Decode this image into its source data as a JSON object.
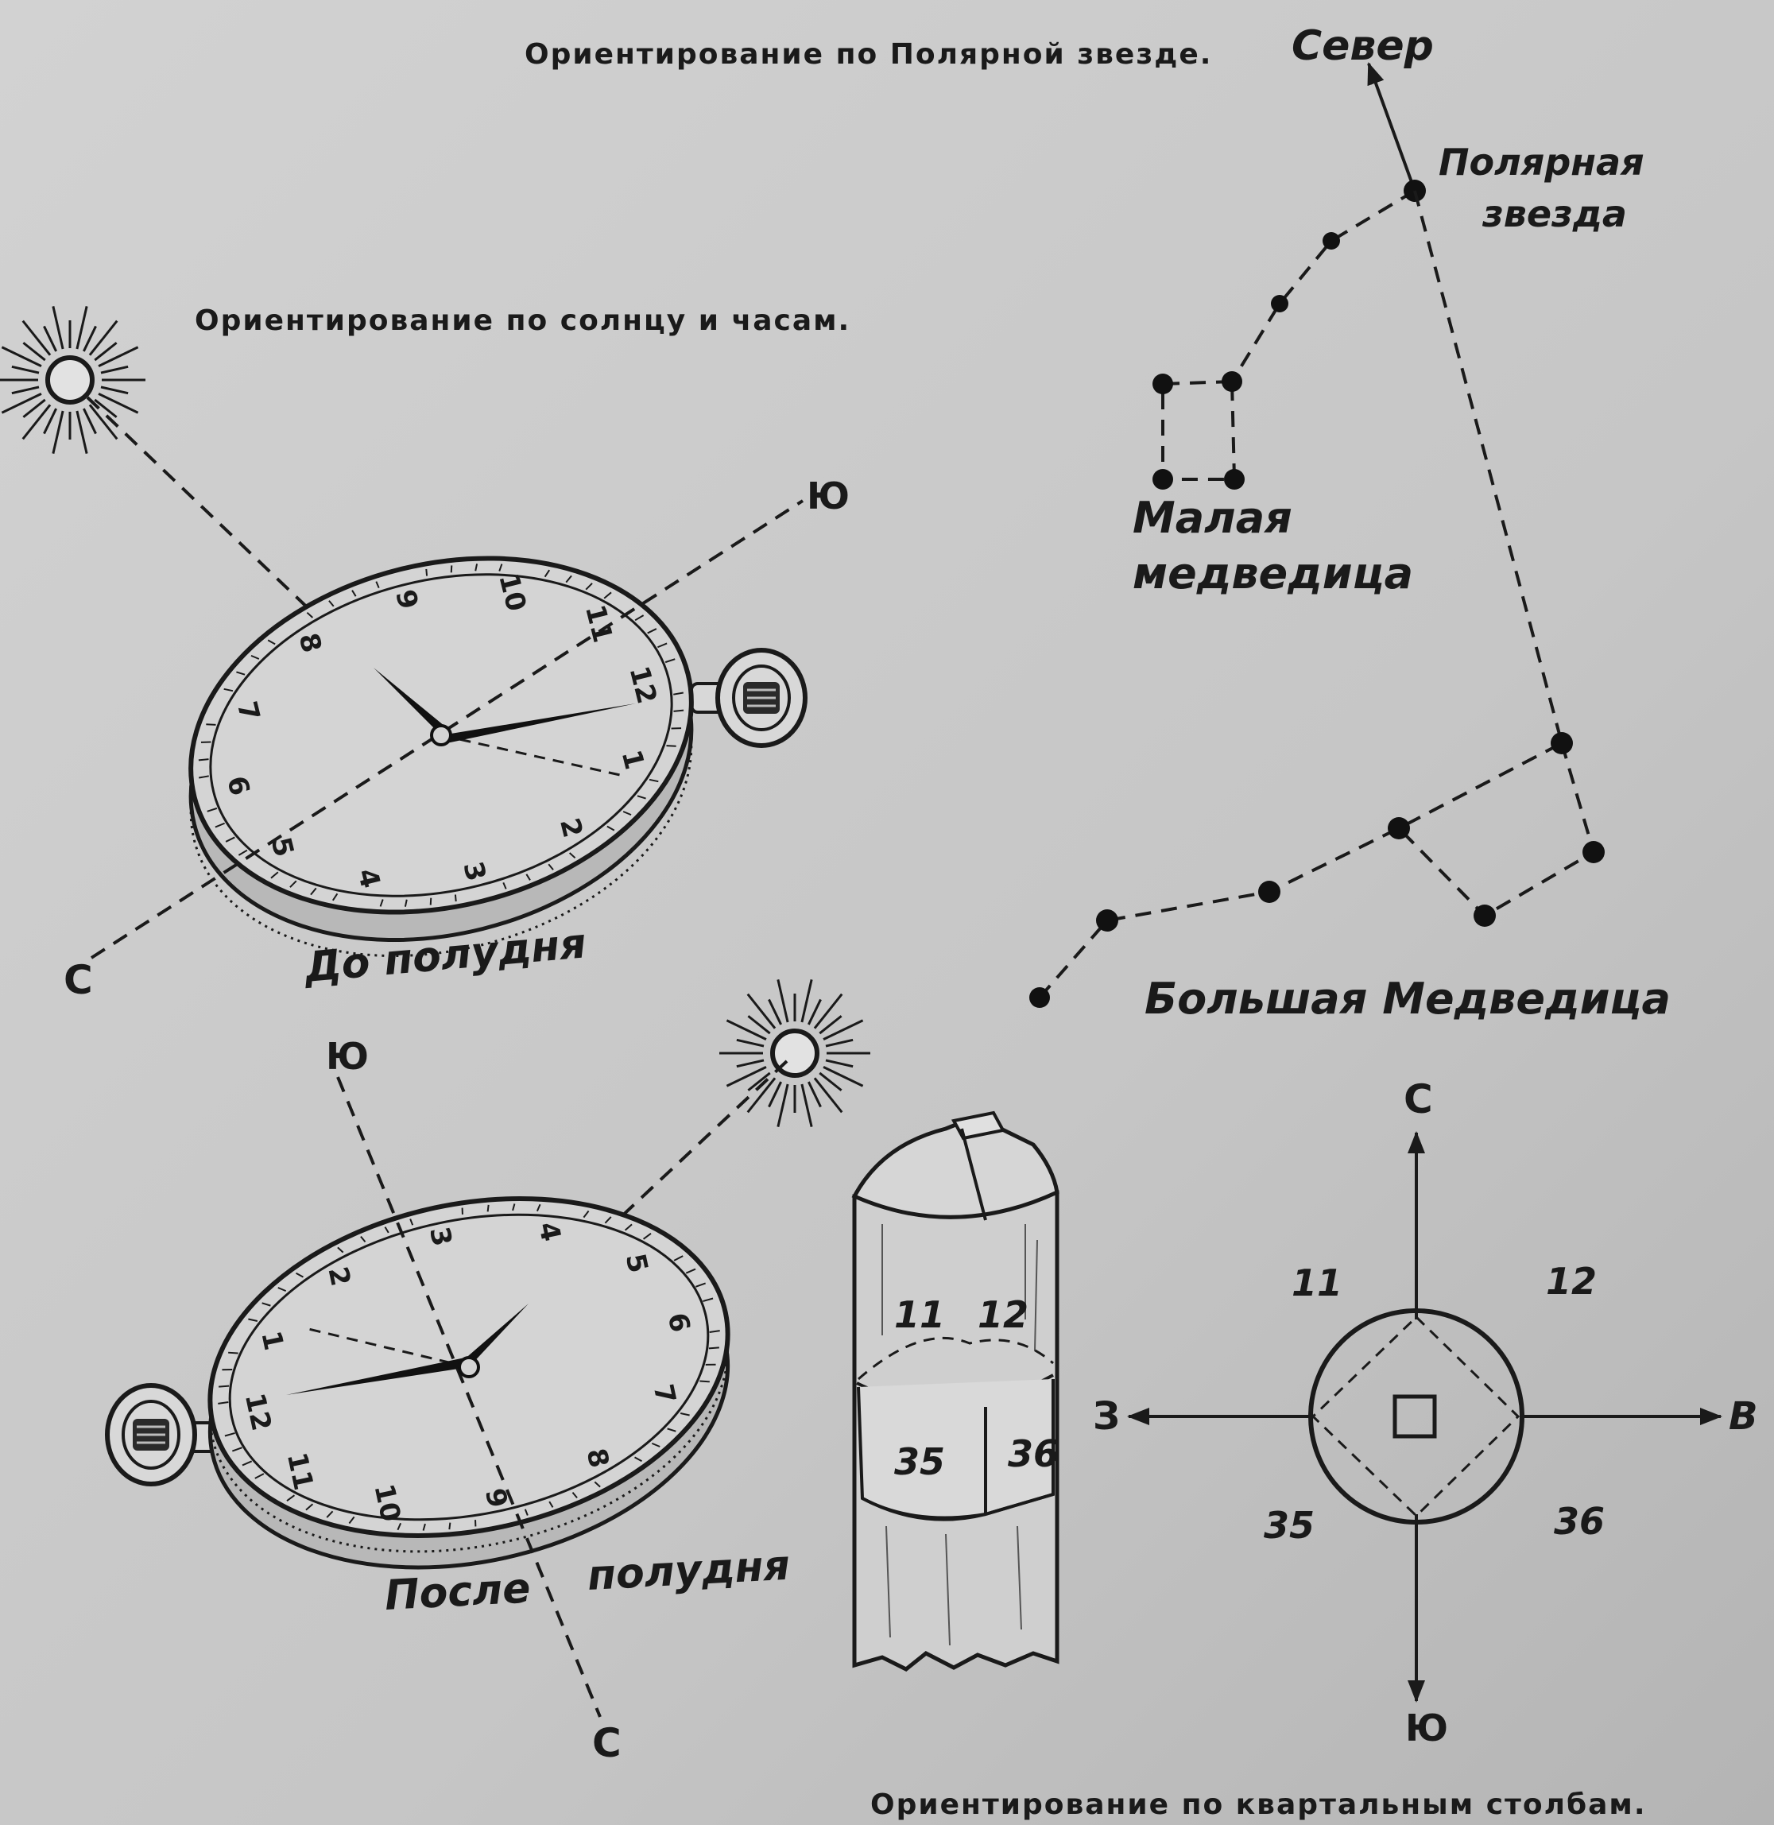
{
  "titles": {
    "polar": "Ориентирование по Полярной звезде.",
    "sun_clock": "Ориентирование по солнцу и часам.",
    "posts": "Ориентирование по квартальным столбам."
  },
  "polar": {
    "north": "Север",
    "polaris": [
      "Полярная",
      "звезда"
    ],
    "ursa_minor": [
      "Малая",
      "медведица"
    ],
    "ursa_major": "Большая Медведица"
  },
  "clock_before": {
    "caption": "До полудня",
    "south": "Ю",
    "north": "С",
    "dial": [
      "12",
      "1",
      "2",
      "3",
      "4",
      "5",
      "6",
      "7",
      "8",
      "9",
      "10",
      "11"
    ]
  },
  "clock_after": {
    "caption_1": "После",
    "caption_2": "полудня",
    "south": "Ю",
    "north": "С",
    "dial": [
      "12",
      "1",
      "2",
      "3",
      "4",
      "5",
      "6",
      "7",
      "8",
      "9",
      "10",
      "11"
    ]
  },
  "post": {
    "top_left": "11",
    "top_right": "12",
    "bottom_left": "35",
    "bottom_right": "36"
  },
  "compass": {
    "north": "С",
    "south": "Ю",
    "west": "З",
    "east": "В",
    "q_nw": "11",
    "q_ne": "12",
    "q_sw": "35",
    "q_se": "36"
  }
}
